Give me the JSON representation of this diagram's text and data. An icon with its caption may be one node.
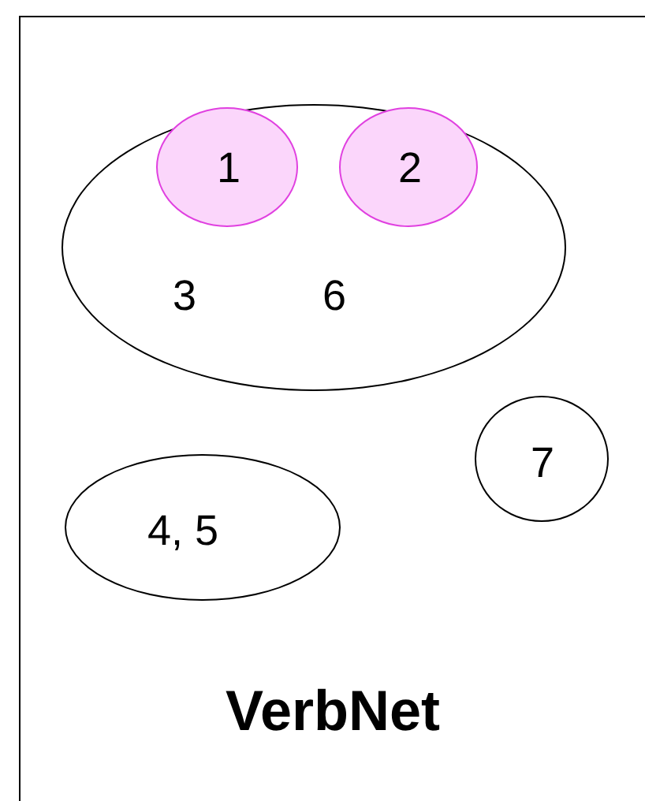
{
  "diagram": {
    "nodes": [
      {
        "text": [
          "VerbNet"
        ]
      },
      {
        "text": [
          "3",
          "6"
        ],
        "in": 0
      },
      {
        "text": [
          "1"
        ],
        "in": 1
      },
      {
        "text": [
          "2"
        ],
        "in": 1
      },
      {
        "text": [
          "7"
        ],
        "in": 0
      },
      {
        "text": [
          "4, 5"
        ],
        "in": 0
      }
    ]
  }
}
